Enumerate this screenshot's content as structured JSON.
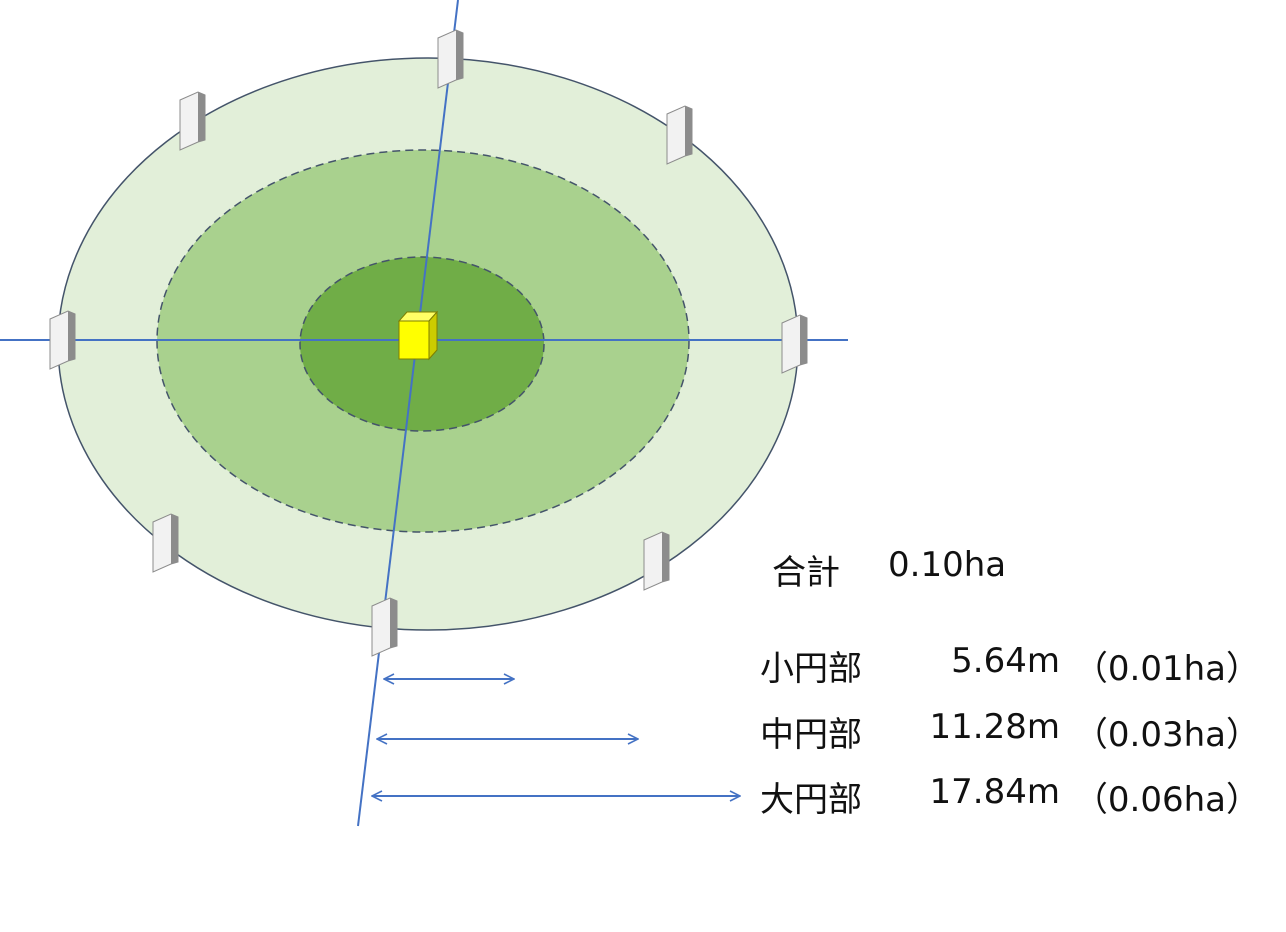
{
  "colors": {
    "outer_fill": "#e2efd9",
    "middle_fill": "#a9d18e",
    "inner_fill": "#70ad47",
    "outline": "#44546a",
    "axis": "#4472c4",
    "arrow": "#4472c4",
    "marker": "#ffff00"
  },
  "total": {
    "label": "合計",
    "value": "0.10ha"
  },
  "plots": [
    {
      "name": "小円部",
      "radius": "5.64m",
      "area": "（0.01ha）"
    },
    {
      "name": "中円部",
      "radius": "11.28m",
      "area": "（0.03ha）"
    },
    {
      "name": "大円部",
      "radius": "17.84m",
      "area": "（0.06ha）"
    }
  ]
}
